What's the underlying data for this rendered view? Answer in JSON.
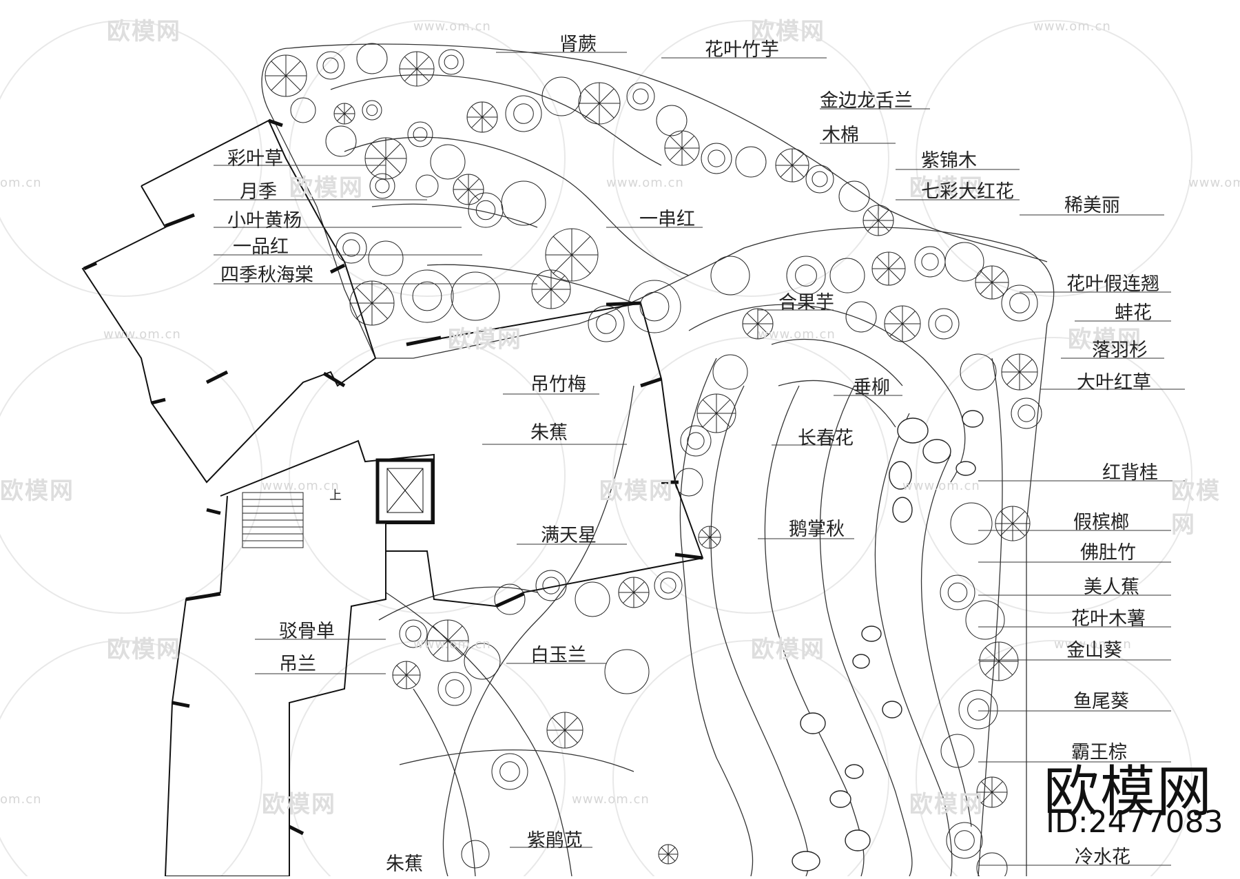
{
  "watermark": {
    "brand": "欧模网",
    "site": "www.om.cn",
    "site_short": "om.cn"
  },
  "stamp": {
    "logo": "欧模网",
    "id": "ID:2477083"
  },
  "plan": {
    "stair_up": "上"
  },
  "labels": [
    {
      "key": "shenjue",
      "text": "肾蕨"
    },
    {
      "key": "huayezhuyu",
      "text": "花叶竹芋"
    },
    {
      "key": "jinbianlongshelan",
      "text": "金边龙舌兰"
    },
    {
      "key": "mumian",
      "text": "木棉"
    },
    {
      "key": "caiyecao",
      "text": "彩叶草"
    },
    {
      "key": "zijinmu",
      "text": "紫锦木"
    },
    {
      "key": "yueji",
      "text": "月季"
    },
    {
      "key": "qicaidahonghua",
      "text": "七彩大红花"
    },
    {
      "key": "xiaoyehuangyang",
      "text": "小叶黄杨"
    },
    {
      "key": "xmeili",
      "text": "稀美丽"
    },
    {
      "key": "yichuanhong",
      "text": "一串红"
    },
    {
      "key": "yipinhong",
      "text": "一品红"
    },
    {
      "key": "sijiqiuhaitang",
      "text": "四季秋海棠"
    },
    {
      "key": "huayejialianqiao",
      "text": "花叶假连翘"
    },
    {
      "key": "heguoyu",
      "text": "合果芋"
    },
    {
      "key": "banghua",
      "text": "蚌花"
    },
    {
      "key": "luoyushan",
      "text": "落羽杉"
    },
    {
      "key": "diaozhumei",
      "text": "吊竹梅"
    },
    {
      "key": "chuiliu",
      "text": "垂柳"
    },
    {
      "key": "dayehongcao",
      "text": "大叶红草"
    },
    {
      "key": "zhujiao",
      "text": "朱蕉"
    },
    {
      "key": "changchunhua",
      "text": "长春花"
    },
    {
      "key": "hongbeigui",
      "text": "红背桂"
    },
    {
      "key": "ezhangqiu",
      "text": "鹅掌秋"
    },
    {
      "key": "jiabinlang",
      "text": "假槟榔"
    },
    {
      "key": "mantianxing",
      "text": "满天星"
    },
    {
      "key": "foduzhu",
      "text": "佛肚竹"
    },
    {
      "key": "meirenjiao",
      "text": "美人蕉"
    },
    {
      "key": "boguchan",
      "text": "驳骨单"
    },
    {
      "key": "huayemushu",
      "text": "花叶木薯"
    },
    {
      "key": "jinshankui",
      "text": "金山葵"
    },
    {
      "key": "diaolan",
      "text": "吊兰"
    },
    {
      "key": "baiyulan",
      "text": "白玉兰"
    },
    {
      "key": "yuweikui",
      "text": "鱼尾葵"
    },
    {
      "key": "bawangzong",
      "text": "霸王棕"
    },
    {
      "key": "zhujiao2",
      "text": "朱蕉"
    },
    {
      "key": "zijianxian",
      "text": "紫鹃苋"
    },
    {
      "key": "lengshuihua",
      "text": "冷水花"
    }
  ]
}
